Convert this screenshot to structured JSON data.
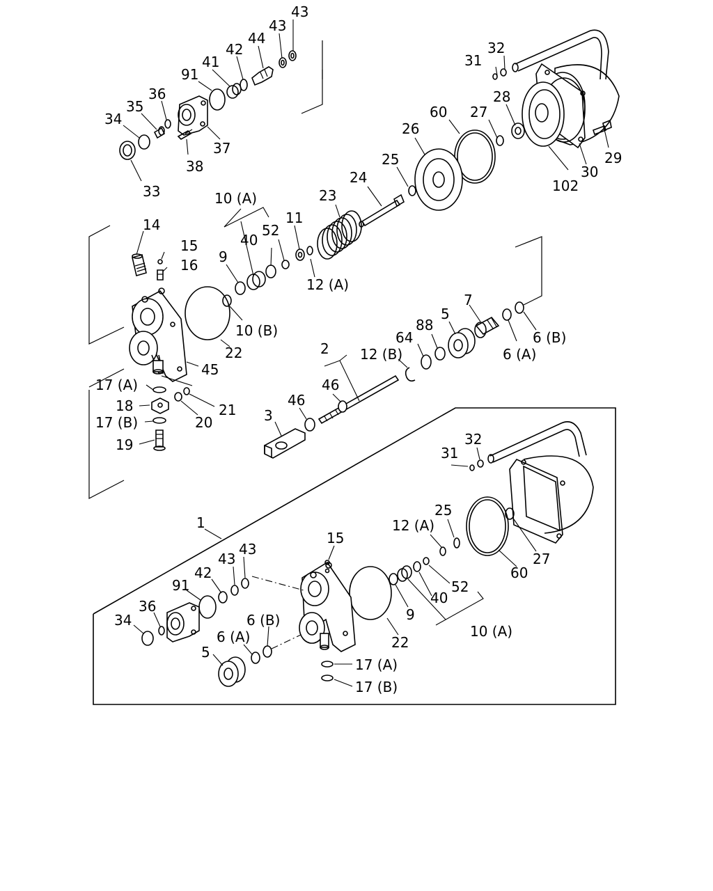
{
  "title": "",
  "labels": {
    "n43a": "43",
    "n44": "44",
    "n43b": "43",
    "n42": "42",
    "n41": "41",
    "n91": "91",
    "n36": "36",
    "n35": "35",
    "n34": "34",
    "n37": "37",
    "n38": "38",
    "n33": "33",
    "n31": "31",
    "n32": "32",
    "n28": "28",
    "n27": "27",
    "n60": "60",
    "n26": "26",
    "n25": "25",
    "n24": "24",
    "n29": "29",
    "n30": "30",
    "n102": "102",
    "n10a": "10 (A)",
    "n23": "23",
    "n14": "14",
    "n15": "15",
    "n16": "16",
    "n52": "52",
    "n11": "11",
    "n40": "40",
    "n9": "9",
    "n12a": "12 (A)",
    "n10b": "10 (B)",
    "n22": "22",
    "n45": "45",
    "n7": "7",
    "n5": "5",
    "n88": "88",
    "n64": "64",
    "n6b": "6 (B)",
    "n6a": "6 (A)",
    "n12b": "12 (B)",
    "n2": "2",
    "n46a": "46",
    "n46b": "46",
    "n3": "3",
    "n17a": "17 (A)",
    "n18": "18",
    "n17b": "17 (B)",
    "n19": "19",
    "n20": "20",
    "n21": "21",
    "s1": "1",
    "s31": "31",
    "s32": "32",
    "s12a": "12 (A)",
    "s25": "25",
    "s27": "27",
    "s60": "60",
    "s15": "15",
    "s43a": "43",
    "s43b": "43",
    "s42": "42",
    "s91": "91",
    "s36": "36",
    "s34": "34",
    "s6b": "6 (B)",
    "s6a": "6 (A)",
    "s5": "5",
    "s22": "22",
    "s9": "9",
    "s40": "40",
    "s52": "52",
    "s10a": "10 (A)",
    "s17a": "17 (A)",
    "s17b": "17 (B)"
  }
}
